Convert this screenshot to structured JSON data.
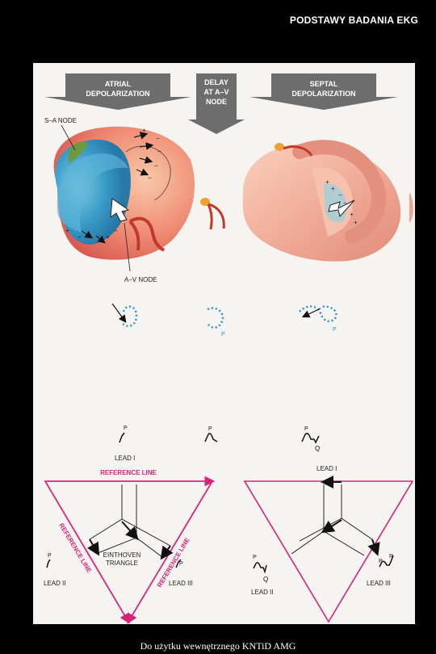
{
  "header": {
    "title": "PODSTAWY BADANIA EKG"
  },
  "footer": {
    "text": "Do użytku wewnętrznego KNTiD AMG"
  },
  "stages": [
    {
      "line1": "ATRIAL",
      "line2": "DEPOLARIZATION"
    },
    {
      "line1": "DELAY",
      "line2": "AT A–V",
      "line3": "NODE"
    },
    {
      "line1": "SEPTAL",
      "line2": "DEPOLARIZATION"
    }
  ],
  "labels": {
    "sa_node": "S–A NODE",
    "av_node": "A–V NODE",
    "p": "P",
    "q": "Q",
    "r": "R",
    "lead_i": "LEAD I",
    "lead_ii": "LEAD II",
    "lead_iii": "LEAD III",
    "reference_line": "REFERENCE LINE",
    "einthoven_1": "EINTHOVEN",
    "einthoven_2": "TRIANGLE"
  },
  "colors": {
    "background": "#000000",
    "panel": "#f6f4f1",
    "banner": "#6d6d6d",
    "reference": "#d9237a",
    "vector_loop": "#2a93d1"
  }
}
